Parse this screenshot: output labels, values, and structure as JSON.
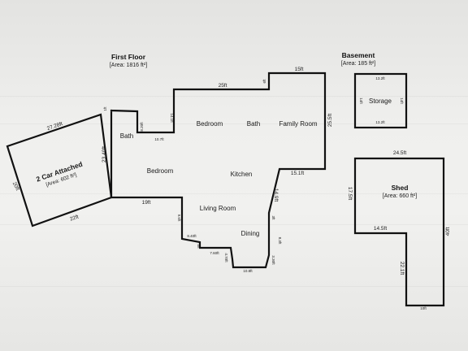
{
  "first_floor": {
    "title": "First Floor",
    "area": "[Area: 1816 ft²]",
    "rooms": {
      "bath_left": "Bath",
      "bedroom_top": "Bedroom",
      "bath_top": "Bath",
      "family_room": "Family Room",
      "bedroom_left": "Bedroom",
      "kitchen": "Kitchen",
      "living_room": "Living Room",
      "dining": "Dining"
    },
    "dims": {
      "d25ft": "25ft",
      "d15ft": "15ft",
      "d25_5ft": "25.5ft",
      "d15_1ft": "15.1ft",
      "d14_9ft": "14.9ft",
      "d19ft": "19ft",
      "d23_40ft": "23.40ft",
      "d10_7ft": "10.7ft",
      "d10_8ft": "10.8ft",
      "d8_20ft": "8.20ft",
      "d14_1ft": "14.1ft",
      "d6ft": "6ft",
      "d9_6ft": "9.6ft",
      "d8_40ft": "8.40ft",
      "d7_60ft": "7.60ft",
      "d4_70ft": "4.70ft",
      "d3_30ft": "3.30ft",
      "d8_3ft": "8.3ft",
      "d3ft": "3ft",
      "d5ft": "5ft",
      "d1ft": "1ft"
    }
  },
  "garage": {
    "title": "2 Car Attached",
    "area": "[Area: 602 ft²]",
    "dims": {
      "top": "27.28ft",
      "left": "20ft",
      "bottom": "22ft"
    }
  },
  "basement": {
    "title": "Basement",
    "area": "[Area: 185 ft²]",
    "storage": "Storage",
    "dims": {
      "top": "13.2ft",
      "bottom": "13.2ft",
      "left": "14ft",
      "right": "14ft"
    }
  },
  "shed": {
    "title": "Shed",
    "area": "[Area: 660 ft²]",
    "dims": {
      "top": "24.5ft",
      "left": "17.5ft",
      "right": "40ft",
      "inner_h": "14.5ft",
      "inner_v": "22.1ft",
      "bottom": "10ft"
    }
  }
}
